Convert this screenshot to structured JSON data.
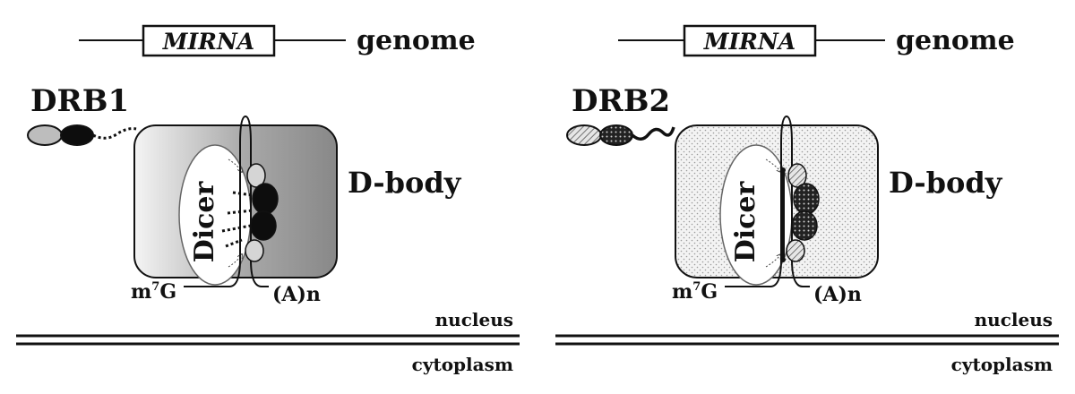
{
  "panels": [
    {
      "id": "left",
      "gene_label": "MIRNA",
      "genome_label": "genome",
      "protein_label": "DRB1",
      "body_label": "D-body",
      "enzyme_label": "Dicer",
      "cap_label": "m",
      "cap_superscript": "7",
      "cap_suffix": "G",
      "tail_label": "(A)n",
      "nucleus_label": "nucleus",
      "cytoplasm_label": "cytoplasm"
    },
    {
      "id": "right",
      "gene_label": "MIRNA",
      "genome_label": "genome",
      "protein_label": "DRB2",
      "body_label": "D-body",
      "enzyme_label": "Dicer",
      "cap_label": "m",
      "cap_superscript": "7",
      "cap_suffix": "G",
      "tail_label": "(A)n",
      "nucleus_label": "nucleus",
      "cytoplasm_label": "cytoplasm"
    }
  ],
  "colors": {
    "stroke": "#111111",
    "dbody_gradient_light": "#f2f2f2",
    "dbody_gradient_dark": "#8c8c8c",
    "dbody_dotted_fill": "#ececec",
    "drb_light_domain": "#bdbdbd",
    "drb_dark_domain": "#0d0d0d"
  }
}
